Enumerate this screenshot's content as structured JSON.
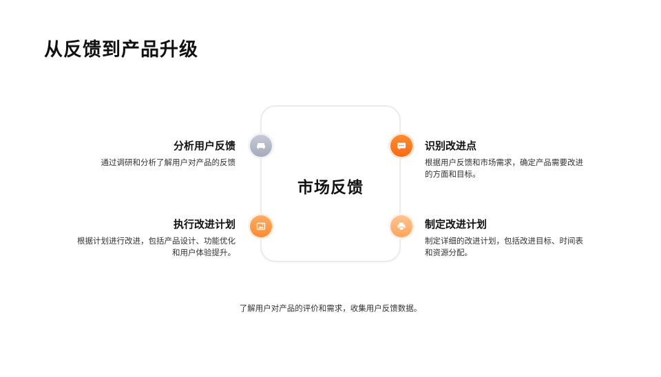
{
  "page": {
    "title": "从反馈到产品升级"
  },
  "center": {
    "title": "市场反馈"
  },
  "nodes": {
    "top_left": {
      "title": "分析用户反馈",
      "desc": "通过调研和分析了解用户对产品的反馈",
      "icon": "sofa-icon",
      "color": "#a6abbb"
    },
    "bottom_left": {
      "title": "执行改进计划",
      "desc": "根据计划进行改进，包括产品设计、功能优化和用户体验提升。",
      "icon": "image-icon",
      "color": "#ff8c35"
    },
    "top_right": {
      "title": "识别改进点",
      "desc": "根据用户反馈和市场需求，确定产品需要改进的方面和目标。",
      "icon": "chat-bubble-icon",
      "color": "#ff6a10"
    },
    "bottom_right": {
      "title": "制定改进计划",
      "desc": "制定详细的改进计划，包括改进目标、时间表和资源分配。",
      "icon": "printer-icon",
      "color": "#ffa55c"
    }
  },
  "footer": {
    "text": "了解用户对产品的评价和需求，收集用户反馈数据。"
  },
  "colors": {
    "accent": "#ff6a10",
    "card_border": "#ebebeb",
    "text_primary": "#111111",
    "text_secondary": "#333333"
  }
}
